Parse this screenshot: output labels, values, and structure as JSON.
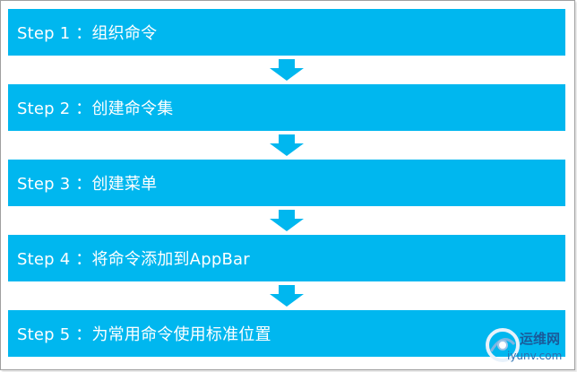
{
  "steps": [
    {
      "prefix": "Step 1 ：",
      "text": "组织命令"
    },
    {
      "prefix": "Step 2 ：",
      "text": "创建命令集"
    },
    {
      "prefix": "Step 3 ：",
      "text": "创建菜单"
    },
    {
      "prefix": "Step 4 ：",
      "text": "将命令添加到AppBar"
    },
    {
      "prefix": "Step 5 ：",
      "text": "为常用命令使用标准位置"
    }
  ],
  "watermark": {
    "title": "运维网",
    "url": "iyunv.com"
  },
  "colors": {
    "box": "#00b7ef",
    "text": "#ffffff"
  }
}
